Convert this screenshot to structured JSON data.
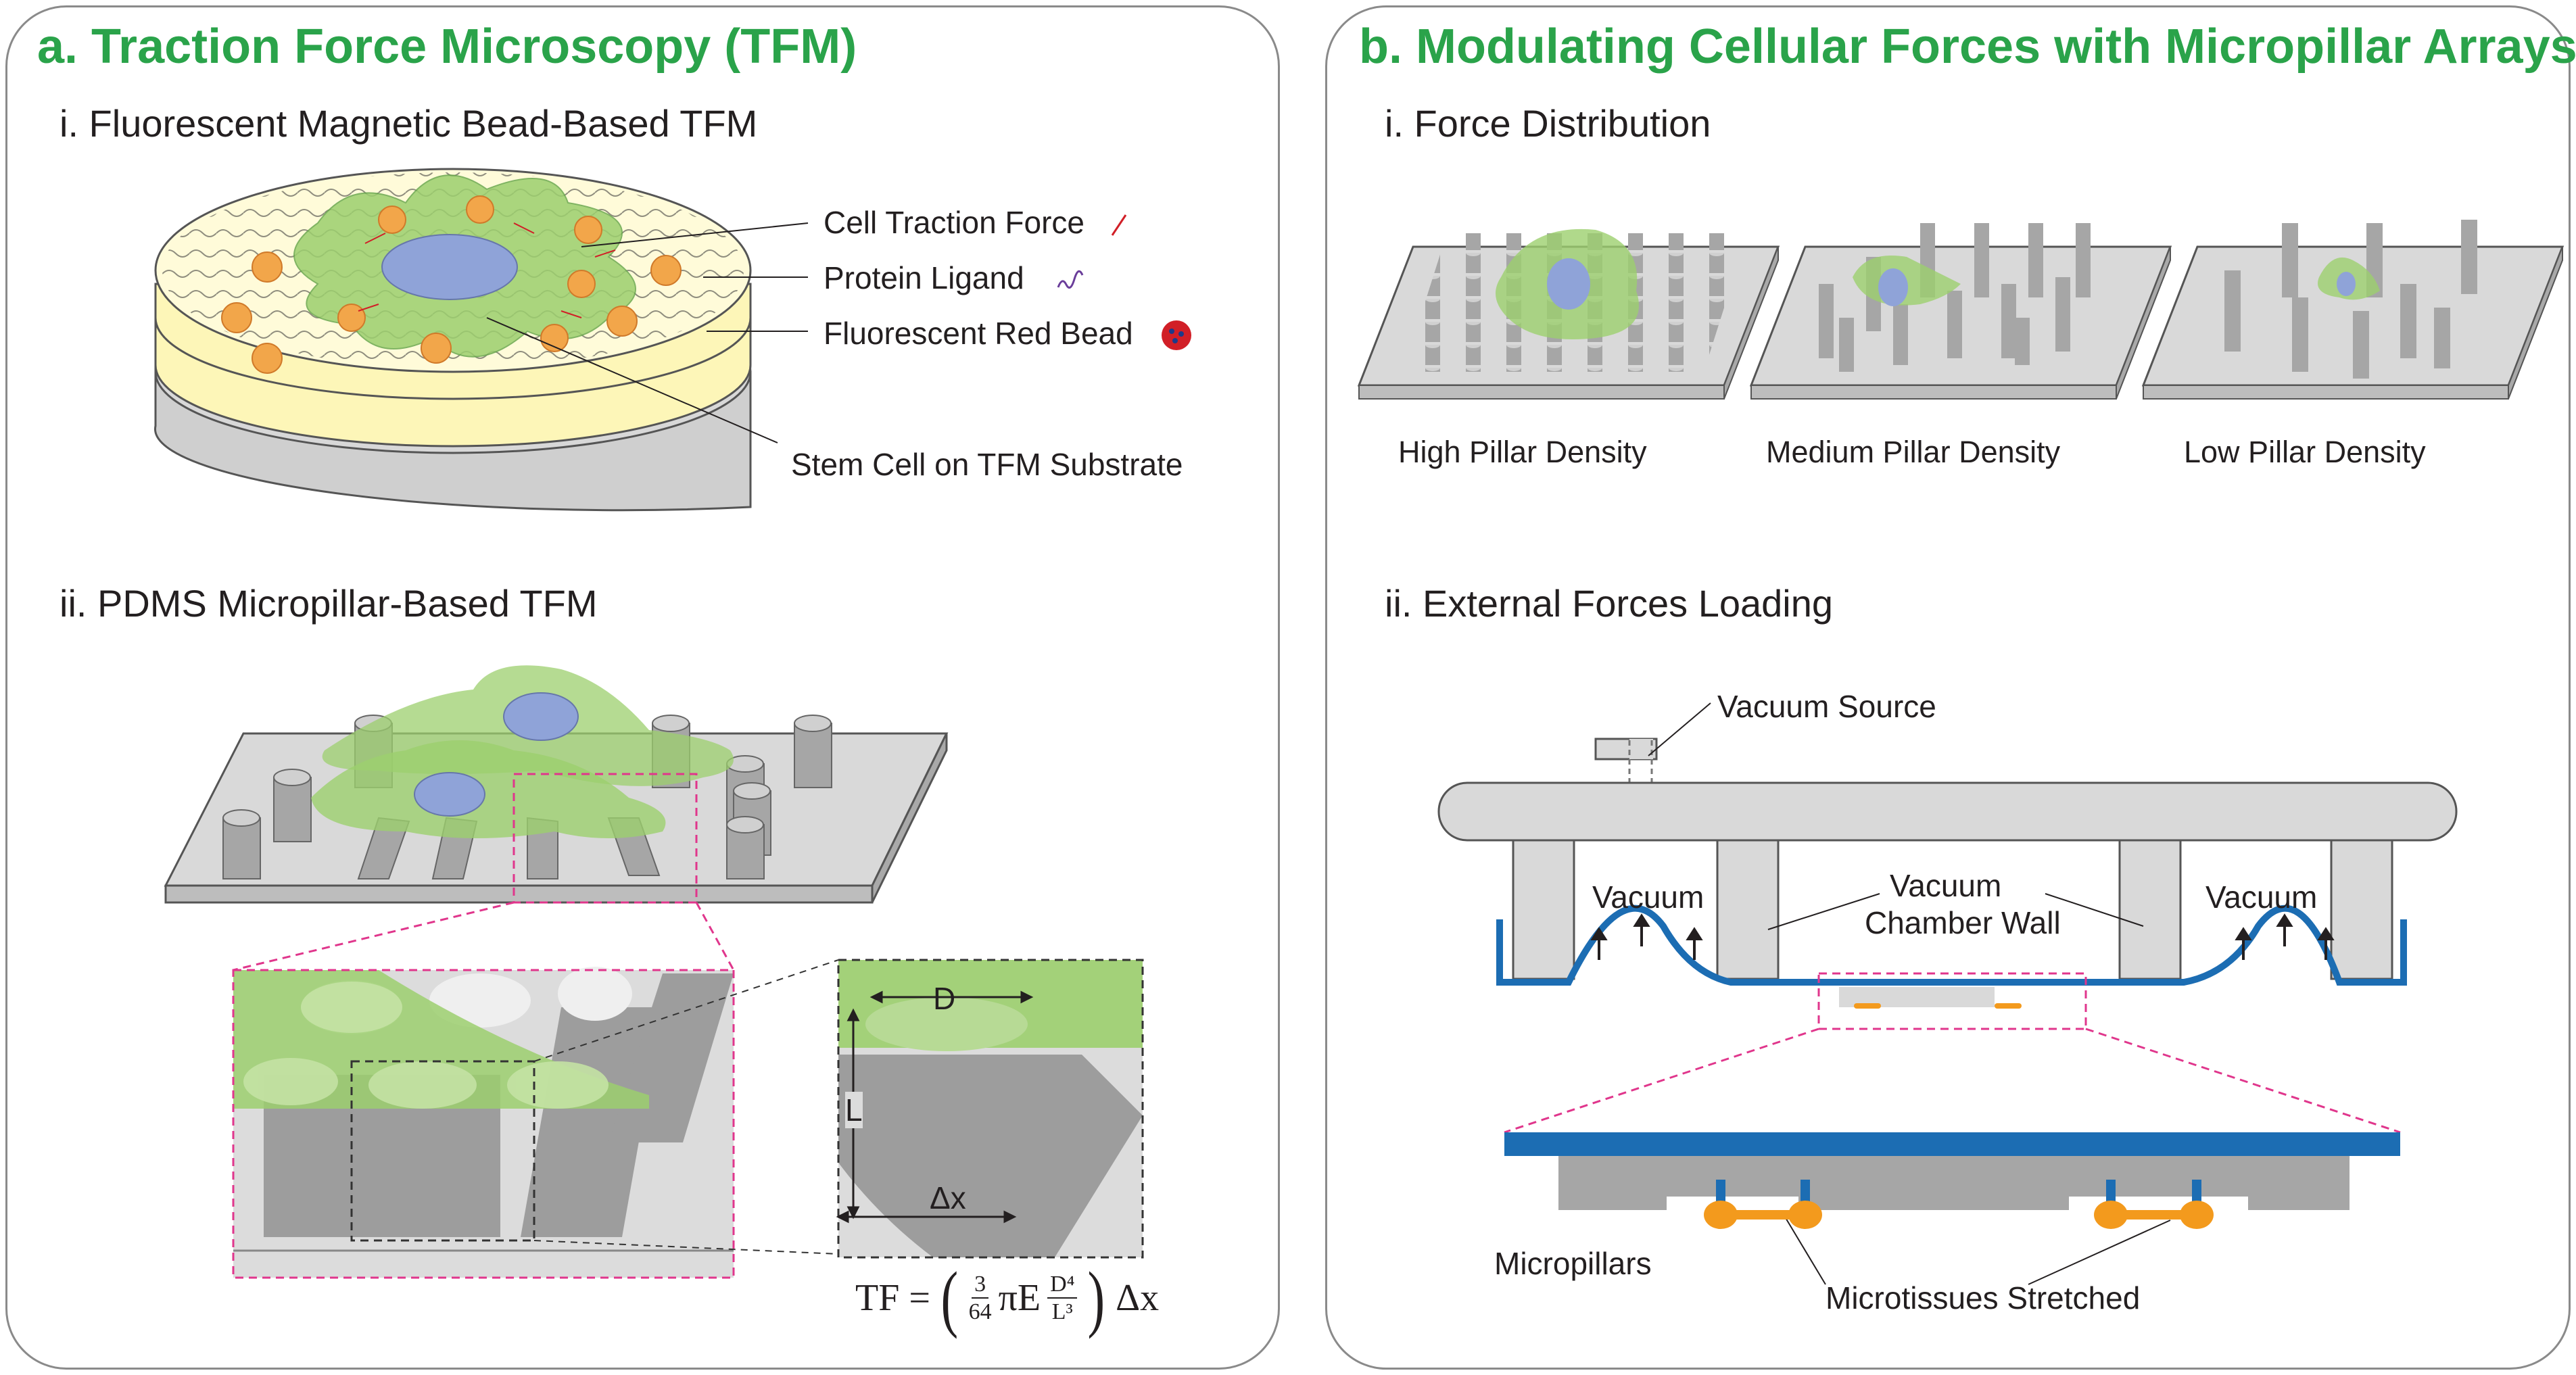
{
  "panel_a": {
    "title": "a. Traction Force Microscopy (TFM)",
    "sub1": "i. Fluorescent Magnetic Bead-Based TFM",
    "labels": {
      "traction": "Cell Traction Force",
      "ligand": "Protein Ligand",
      "bead": "Fluorescent Red Bead",
      "stem_cell": "Stem Cell on TFM Substrate"
    },
    "sub2": "ii. PDMS Micropillar-Based TFM",
    "dims": {
      "d": "D",
      "l": "L",
      "dx": "Δx"
    },
    "formula": {
      "lhs": "TF =",
      "frac1_num": "3",
      "frac1_den": "64",
      "mid": "πE",
      "frac2_num": "D⁴",
      "frac2_den": "L³",
      "tail": "Δx"
    }
  },
  "panel_b": {
    "title": "b. Modulating Cellular Forces with Micropillar Arrays",
    "sub1": "i.  Force Distribution",
    "densities": [
      "High Pillar Density",
      "Medium Pillar Density",
      "Low Pillar Density"
    ],
    "sub2": "ii. External Forces Loading",
    "labels": {
      "vacuum_source": "Vacuum Source",
      "vacuum_left": "Vacuum",
      "vacuum_right": "Vacuum",
      "chamber_wall_1": "Vacuum",
      "chamber_wall_2": "Chamber Wall",
      "micropillars": "Micropillars",
      "microtissues": "Microtissues Stretched"
    }
  },
  "colors": {
    "title_green": "#2aa34a",
    "cell_green": "#9ccf6e",
    "nucleus_blue": "#8fa3d8",
    "pillar_gray": "#a6a6a6",
    "membrane_blue": "#1c6db3",
    "tissue_orange": "#f39a1d",
    "zoom_magenta": "#e0368c",
    "substrate_yellow": "#fdf6b8"
  }
}
